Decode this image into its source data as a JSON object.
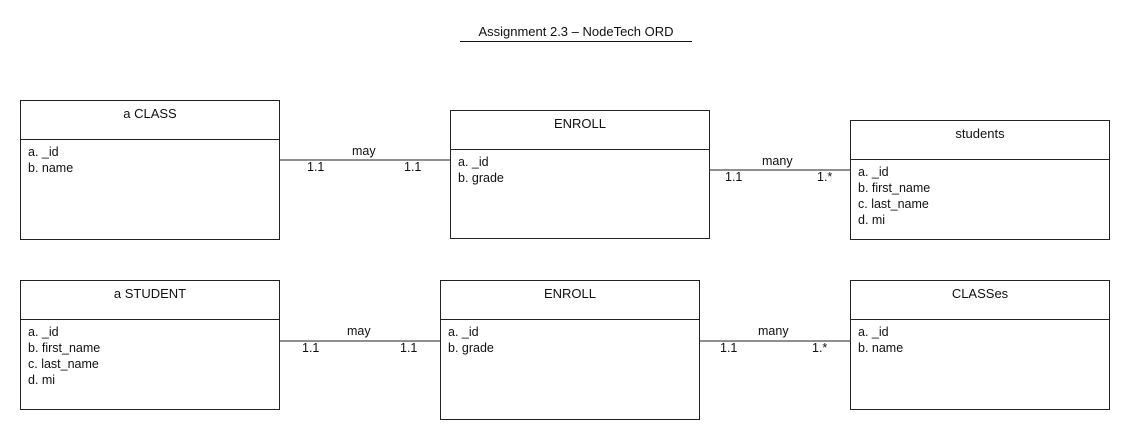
{
  "title": "Assignment 2.3 – NodeTech ORD",
  "entities": [
    {
      "name": "a CLASS",
      "attributes": [
        "a. _id",
        "b. name"
      ]
    },
    {
      "name": "ENROLL",
      "attributes": [
        "a. _id",
        "b. grade"
      ]
    },
    {
      "name": "students",
      "attributes": [
        "a. _id",
        "b. first_name",
        "c. last_name",
        "d. mi"
      ]
    },
    {
      "name": "a STUDENT",
      "attributes": [
        "a. _id",
        "b. first_name",
        "c. last_name",
        "d. mi"
      ]
    },
    {
      "name": "ENROLL",
      "attributes": [
        "a. _id",
        "b. grade"
      ]
    },
    {
      "name": "CLASSes",
      "attributes": [
        "a. _id",
        "b. name"
      ]
    }
  ],
  "relationships": [
    {
      "label": "may",
      "left_cardinality": "1.1",
      "right_cardinality": "1.1"
    },
    {
      "label": "many",
      "left_cardinality": "1.1",
      "right_cardinality": "1.*"
    },
    {
      "label": "may",
      "left_cardinality": "1.1",
      "right_cardinality": "1.1"
    },
    {
      "label": "many",
      "left_cardinality": "1.1",
      "right_cardinality": "1.*"
    }
  ]
}
